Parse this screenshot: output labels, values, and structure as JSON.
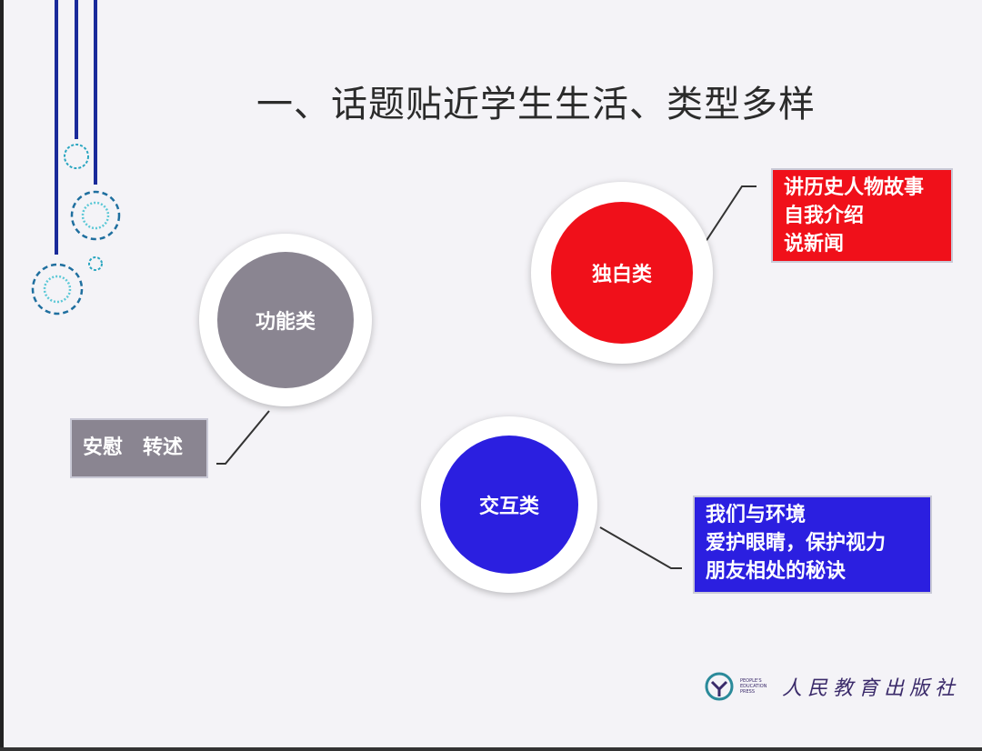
{
  "title": "一、话题贴近学生生活、类型多样",
  "categories": [
    {
      "label": "功能类",
      "color": "#8a8591",
      "items": [
        "安慰　转述"
      ]
    },
    {
      "label": "独白类",
      "color": "#f0101a",
      "items": [
        "讲历史人物故事",
        "自我介绍",
        "说新闻"
      ]
    },
    {
      "label": "交互类",
      "color": "#2b1fe0",
      "items": [
        "我们与环境",
        "爱护眼睛，保护视力",
        "朋友相处的秘诀"
      ]
    }
  ],
  "logo": {
    "text": "人民教育出版社",
    "english": "PEOPLE'S EDUCATION PRESS"
  }
}
